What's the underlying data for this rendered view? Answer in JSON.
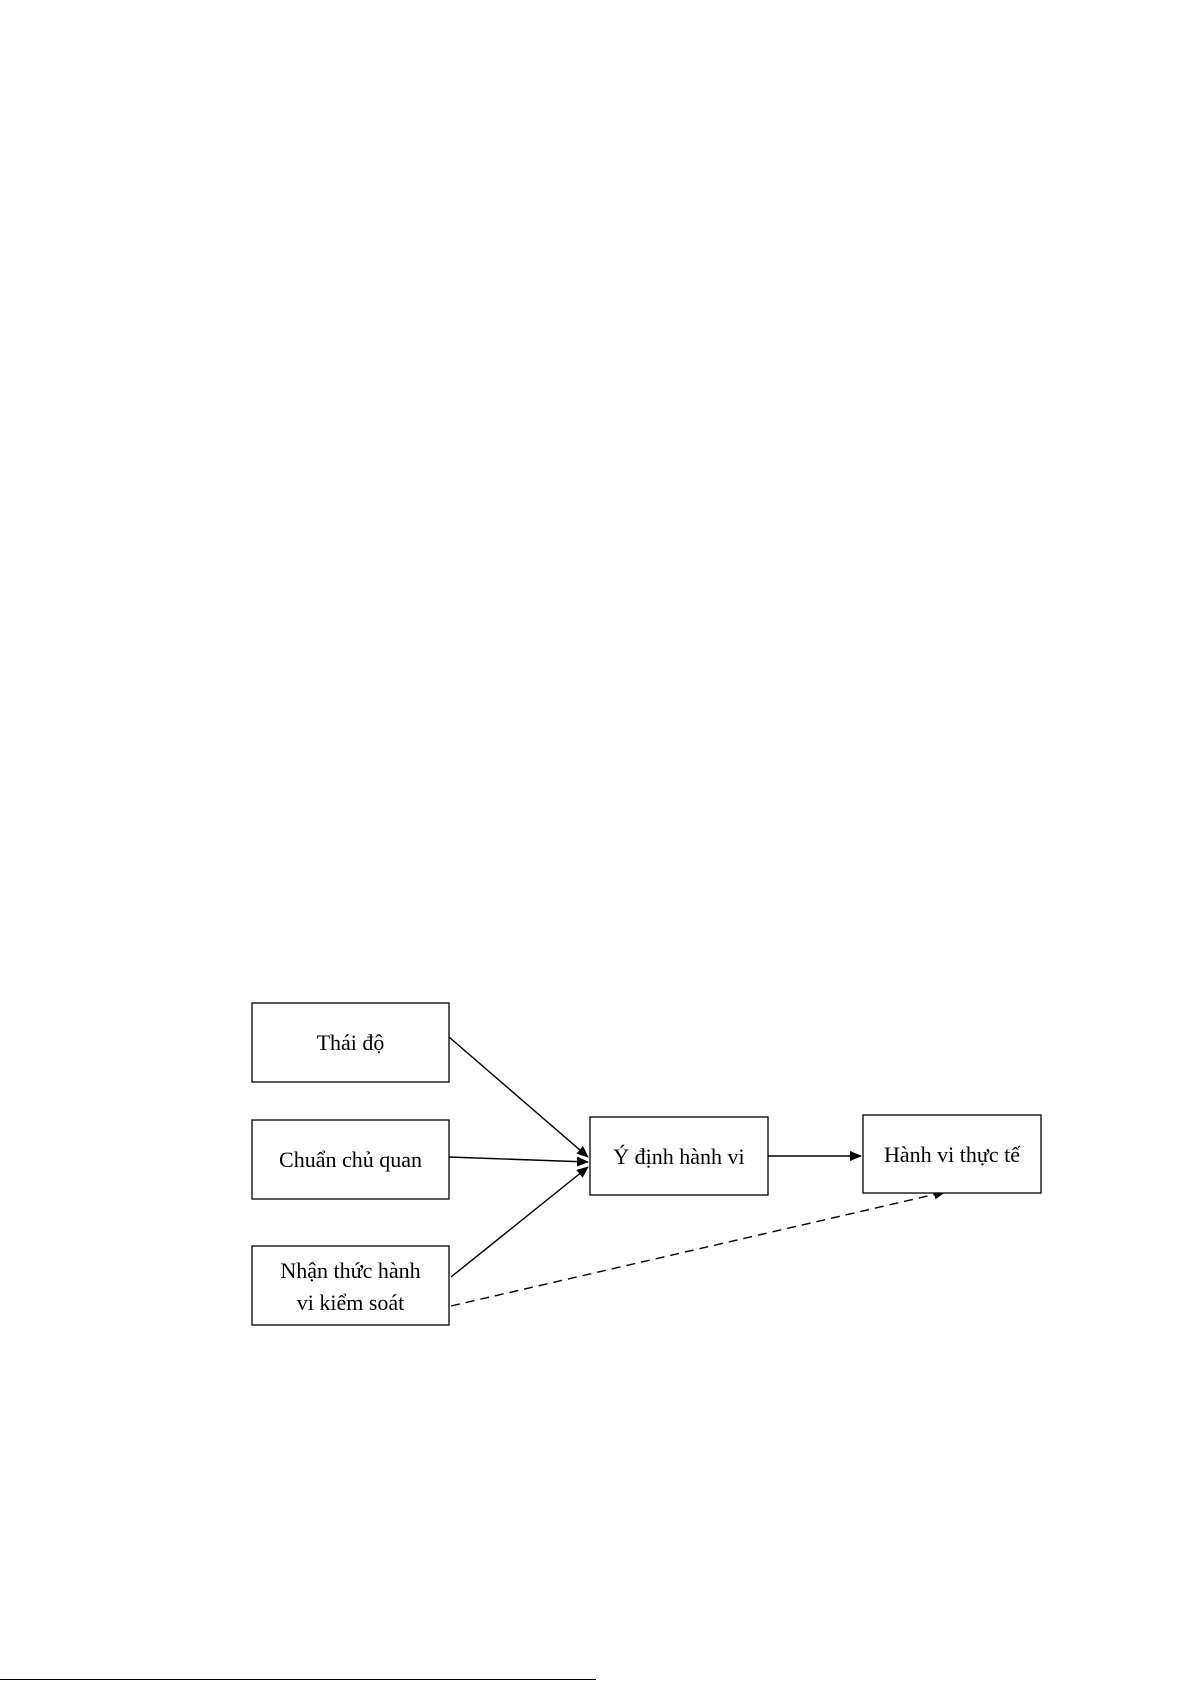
{
  "diagram": {
    "nodes": [
      {
        "id": "thai-do",
        "lines": [
          "Thái độ"
        ]
      },
      {
        "id": "chuan-chu-quan",
        "lines": [
          "Chuẩn chủ quan"
        ]
      },
      {
        "id": "nhan-thuc",
        "lines": [
          "Nhận thức hành",
          "vi kiểm soát"
        ]
      },
      {
        "id": "y-dinh",
        "lines": [
          "Ý định hành vi"
        ]
      },
      {
        "id": "hanh-vi",
        "lines": [
          "Hành vi thực tế"
        ]
      }
    ],
    "edges": [
      {
        "from": "thai-do",
        "to": "y-dinh",
        "style": "solid"
      },
      {
        "from": "chuan-chu-quan",
        "to": "y-dinh",
        "style": "solid"
      },
      {
        "from": "nhan-thuc",
        "to": "y-dinh",
        "style": "solid"
      },
      {
        "from": "y-dinh",
        "to": "hanh-vi",
        "style": "solid"
      },
      {
        "from": "nhan-thuc",
        "to": "hanh-vi",
        "style": "dashed"
      }
    ]
  }
}
